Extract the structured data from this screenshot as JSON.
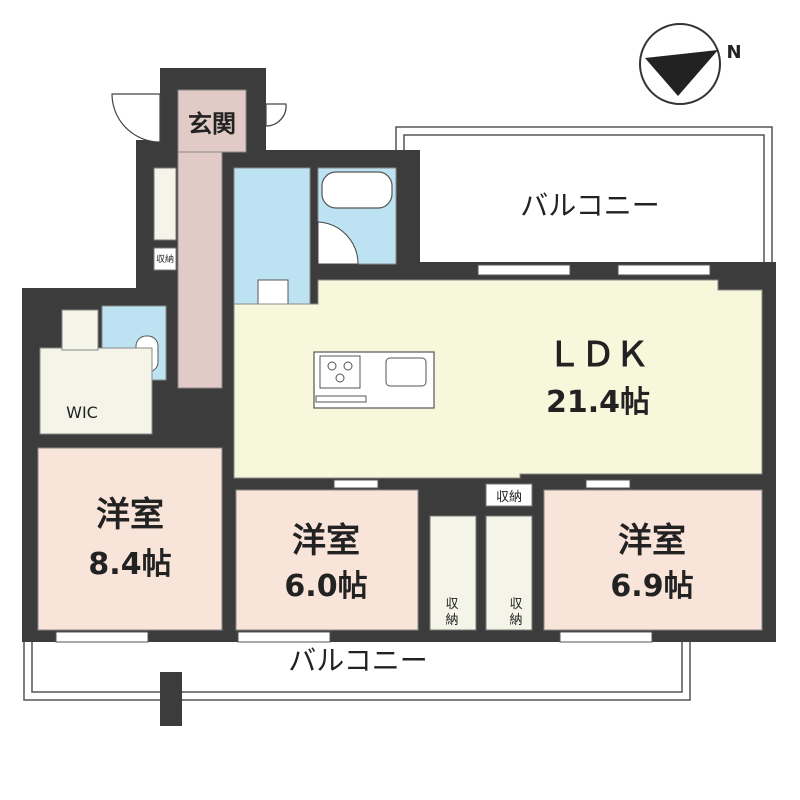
{
  "rooms": {
    "entrance": {
      "name": "玄関"
    },
    "ldk": {
      "name": "ＬＤＫ",
      "size": "21.4帖"
    },
    "bedroom_left": {
      "name": "洋室",
      "size": "8.4帖"
    },
    "bedroom_mid": {
      "name": "洋室",
      "size": "6.0帖"
    },
    "bedroom_right": {
      "name": "洋室",
      "size": "6.9帖"
    },
    "wic": {
      "name": "WIC"
    }
  },
  "storage": {
    "ldk": "収納",
    "closet_left_1": "収",
    "closet_left_2": "納",
    "closet_right_1": "収",
    "closet_right_2": "納",
    "hall_small": "収納"
  },
  "balcony": {
    "top": "バルコニー",
    "bottom": "バルコニー"
  },
  "compass": {
    "label": "N",
    "icon": "compass-north-icon"
  },
  "colors": {
    "wall": "#3c3c3c",
    "ldk_floor": "#f7f7dc",
    "bedroom_floor": "#f9e4da",
    "hall_floor": "#e2cbc6",
    "wet_area": "#bde3f3",
    "closet": "#f4f4e8"
  }
}
